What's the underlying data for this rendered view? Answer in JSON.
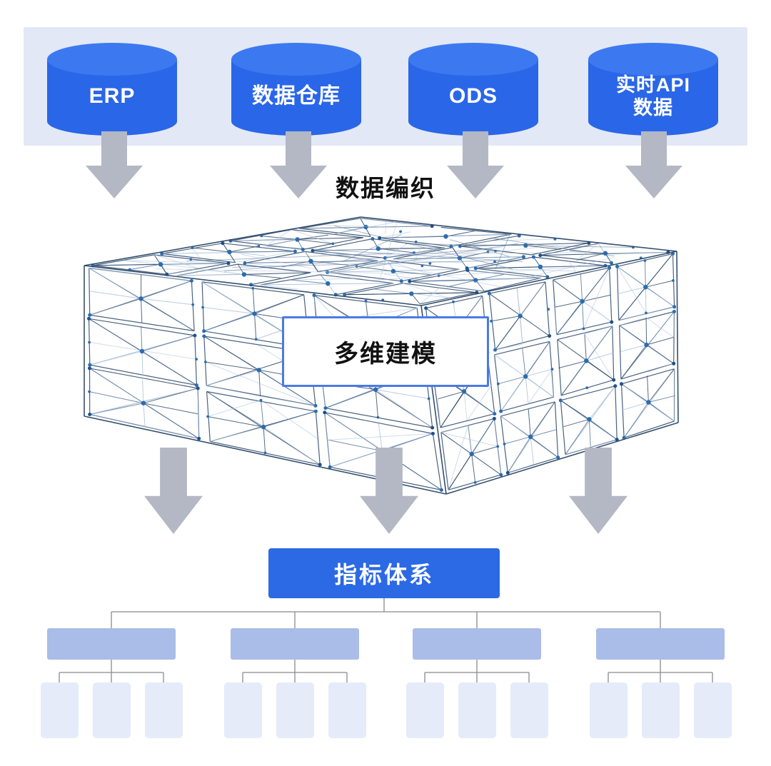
{
  "sources": [
    {
      "lines": [
        "ERP"
      ]
    },
    {
      "lines": [
        "数据仓库"
      ]
    },
    {
      "lines": [
        "ODS"
      ]
    },
    {
      "lines": [
        "实时API",
        "数据"
      ]
    }
  ],
  "fabric_label": "数据编织",
  "modeling_label": "多维建模",
  "indicator_label": "指标体系",
  "tree": {
    "group_count": 4,
    "children_per_group": 3
  },
  "colors": {
    "banner_bg": "#e2e8f5",
    "cylinder_top": "#3c79f0",
    "cylinder_body": "#2a66e8",
    "arrow_gray": "#b4b7c4",
    "indicator_bg": "#2c69e4",
    "modeling_border": "#4a7ae8",
    "level2_box": "#aabce8",
    "level3_box": "#e6ebfa",
    "connector_line": "#8a8a8a",
    "text_dark": "#111111",
    "wire_dark": "#2a4767",
    "wire_mid": "#50729a",
    "wire_light": "#a9c0d8",
    "node_dot": "#2b6cb0"
  }
}
